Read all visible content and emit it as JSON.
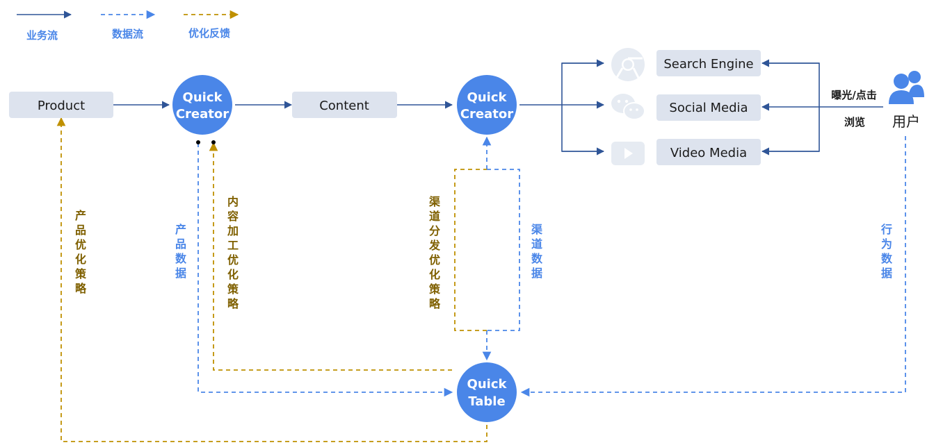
{
  "legend": {
    "business_flow": "业务流",
    "data_flow": "数据流",
    "feedback": "优化反馈"
  },
  "nodes": {
    "product": "Product",
    "content": "Content",
    "quick_creator_1": [
      "Quick",
      "Creator"
    ],
    "quick_creator_2": [
      "Quick",
      "Creator"
    ],
    "quick_table": [
      "Quick",
      "Table"
    ],
    "search_engine": "Search Engine",
    "social_media": "Social Media",
    "video_media": "Video Media",
    "user": "用户"
  },
  "labels": {
    "exposure_click": "曝光/点击",
    "browse": "浏览",
    "product_strategy": "产品优化策略",
    "product_data": "产品数据",
    "content_strategy": "内容加工优化策略",
    "channel_strategy": "渠道分发优化策略",
    "channel_data": "渠道数据",
    "behavior_data": "行为数据"
  },
  "icons": [
    "chrome-icon",
    "wechat-icon",
    "video-play-icon",
    "users-icon"
  ],
  "colors": {
    "business_flow": "#2f5597",
    "data_flow": "#4a86e8",
    "feedback": "#bf9000",
    "feedback_text": "#7f6000",
    "node_box": "#dde3ee",
    "node_circle": "#4a86e8",
    "icon_gray": "#e6ebf2"
  }
}
